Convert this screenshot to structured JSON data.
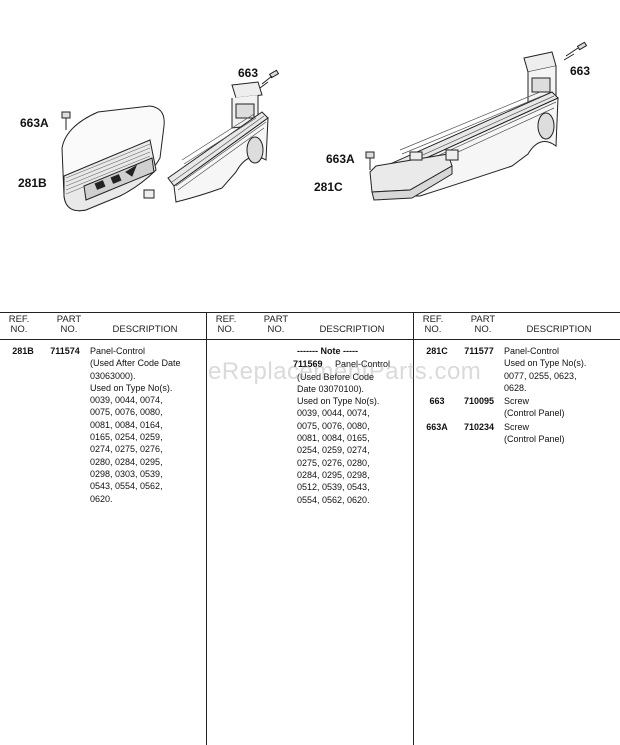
{
  "diagram": {
    "callouts": {
      "left_663": "663",
      "left_663A": "663A",
      "left_281B": "281B",
      "right_663": "663",
      "right_663A": "663A",
      "right_281C": "281C"
    }
  },
  "watermark": "eReplacementParts.com",
  "table": {
    "header": {
      "ref": [
        "REF.",
        "NO."
      ],
      "part": [
        "PART",
        "NO."
      ],
      "desc": "DESCRIPTION"
    },
    "columns": [
      [
        {
          "ref": "281B",
          "part": "711574",
          "desc": "Panel-Control\n(Used After Code Date\n03063000).\nUsed on Type No(s).\n0039, 0044, 0074,\n0075, 0076, 0080,\n0081, 0084, 0164,\n0165, 0254, 0259,\n0274, 0275, 0276,\n0280, 0284, 0295,\n0298, 0303, 0539,\n0543, 0554, 0562,\n0620."
        }
      ],
      [
        {
          "ref": "",
          "part": "",
          "note": "------- Note -----"
        },
        {
          "ref": "",
          "part": "711569",
          "desc": "Panel-Control\n(Used Before Code\nDate 03070100).\nUsed on Type No(s).\n0039, 0044, 0074,\n0075, 0076, 0080,\n0081, 0084, 0165,\n0254, 0259, 0274,\n0275, 0276, 0280,\n0284, 0295, 0298,\n0512, 0539, 0543,\n0554, 0562, 0620."
        }
      ],
      [
        {
          "ref": "281C",
          "part": "711577",
          "desc": "Panel-Control\nUsed on Type No(s).\n0077, 0255, 0623,\n0628."
        },
        {
          "ref": "663",
          "part": "710095",
          "desc": "Screw\n(Control Panel)"
        },
        {
          "ref": "663A",
          "part": "710234",
          "desc": "Screw\n(Control Panel)"
        }
      ]
    ]
  }
}
